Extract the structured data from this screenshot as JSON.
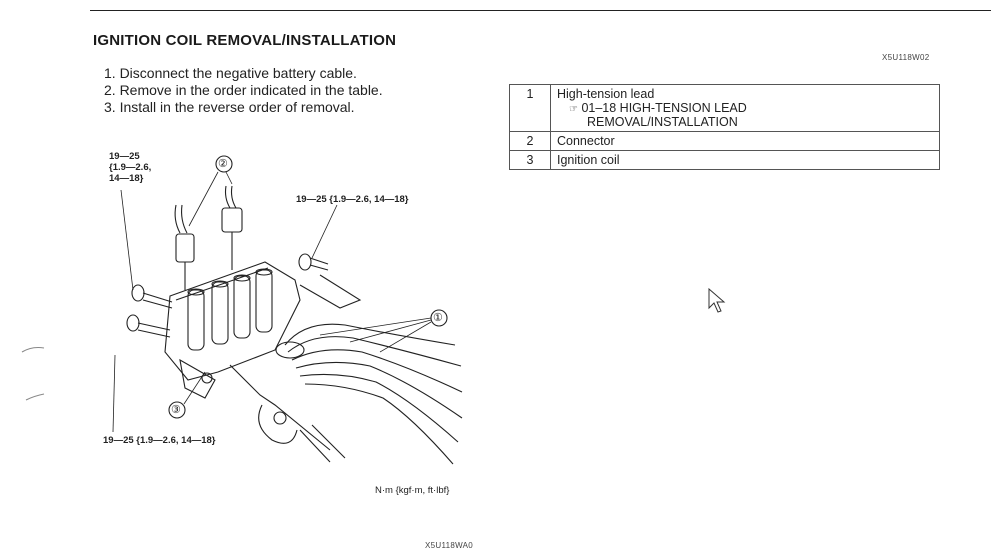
{
  "header": {
    "title": "IGNITION COIL REMOVAL/INSTALLATION",
    "doc_code": "X5U118W02"
  },
  "steps": [
    "1. Disconnect the negative battery cable.",
    "2. Remove in the order indicated in the table.",
    "3. Install in the reverse order of removal."
  ],
  "parts_table": {
    "rows": [
      {
        "num": "1",
        "name": "High-tension lead",
        "ref_line1": "01–18 HIGH-TENSION LEAD",
        "ref_line2": "REMOVAL/INSTALLATION"
      },
      {
        "num": "2",
        "name": "Connector"
      },
      {
        "num": "3",
        "name": "Ignition coil"
      }
    ]
  },
  "diagram": {
    "torque_top_left": [
      "19—25",
      "{1.9—2.6,",
      "14—18}"
    ],
    "torque_top_right": "19—25 {1.9—2.6, 14—18}",
    "torque_bottom": "19—25 {1.9—2.6, 14—18}",
    "callouts": [
      "①",
      "②",
      "③"
    ],
    "unit_label": "N·m {kgf·m, ft·lbf}",
    "figure_code": "X5U118WA0"
  }
}
